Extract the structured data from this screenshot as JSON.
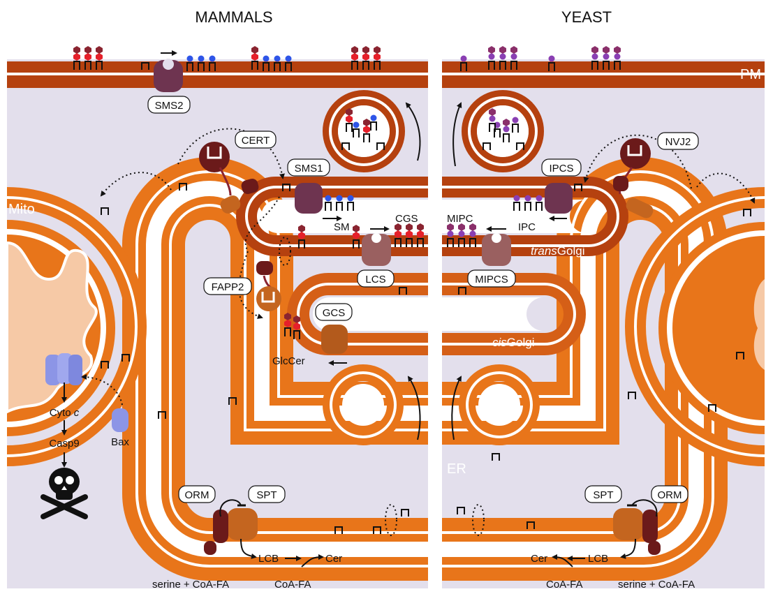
{
  "headings": {
    "left": "MAMMALS",
    "right": "YEAST"
  },
  "compartments": {
    "pm": "PM",
    "mito": "Mito",
    "er": "ER",
    "trans_golgi_italic": "trans",
    "trans_golgi_rest": "Golgi",
    "cis_golgi_italic": "cis",
    "cis_golgi_rest": "Golgi"
  },
  "mammals": {
    "enzymes": {
      "sms2": "SMS2",
      "cert": "CERT",
      "sms1": "SMS1",
      "fapp2": "FAPP2",
      "lcs": "LCS",
      "gcs": "GCS",
      "orm": "ORM",
      "spt": "SPT"
    },
    "lipids": {
      "sm": "SM",
      "cgs": "CGS",
      "glccer": "GlcCer"
    },
    "apoptosis": {
      "cyto_prefix": "Cyto ",
      "cyto_suffix": "c",
      "casp9": "Casp9",
      "bax": "Bax"
    },
    "pathway": {
      "substrate_serine": "serine",
      "plus": "+",
      "substrate_coafa": "CoA-FA",
      "lcb": "LCB",
      "coafa2": "CoA-FA",
      "cer": "Cer"
    }
  },
  "yeast": {
    "enzymes": {
      "nvj2": "NVJ2",
      "ipcs": "IPCS",
      "mipcs": "MIPCS",
      "spt": "SPT",
      "orm": "ORM"
    },
    "lipids": {
      "mipc": "MIPC",
      "ipc": "IPC"
    },
    "pathway": {
      "cer": "Cer",
      "lcb": "LCB",
      "coafa2": "CoA-FA",
      "substrate_serine": "serine",
      "plus": "+",
      "substrate_coafa": "CoA-FA"
    }
  },
  "colors": {
    "cytosol": "#e3dfec",
    "pm_membrane": "#b5410f",
    "er_membrane": "#e8751a",
    "golgi_membrane": "#b5410f",
    "cis_golgi": "#d55f17",
    "sm_headgroup": "#2e55e8",
    "glycan_red": "#e5202a",
    "glycan_dark": "#8a2430",
    "yeast_headgroup": "#8a3fb3",
    "sms_enzyme": "#6e3450",
    "spt_enzyme": "#c4651f",
    "bax": "#8c95e6"
  }
}
